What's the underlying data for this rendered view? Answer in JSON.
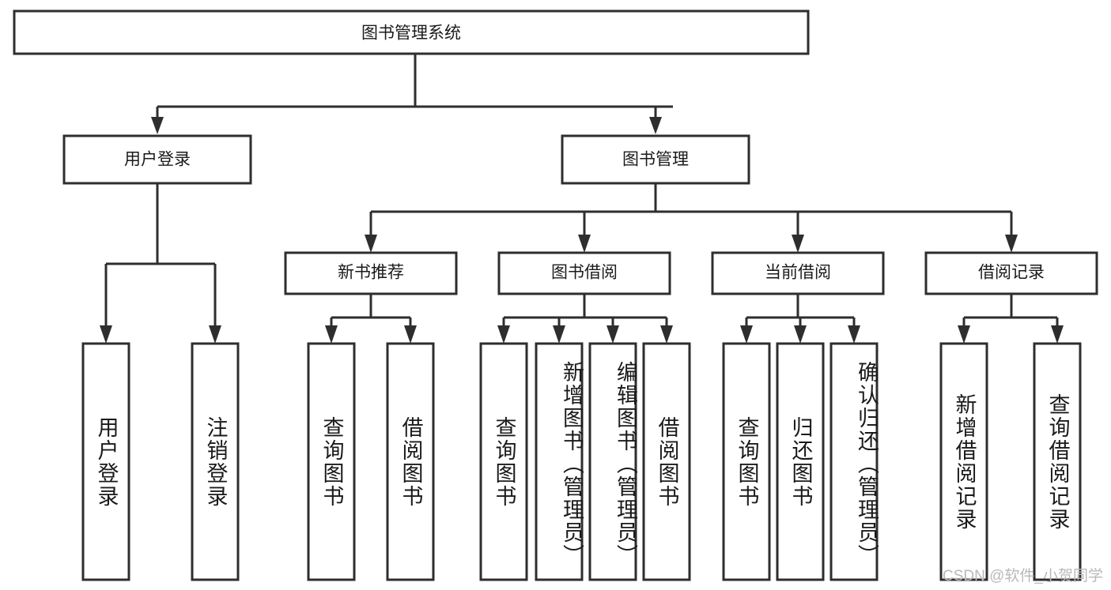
{
  "diagram": {
    "type": "tree-hierarchy-chart",
    "title": "图书管理系统",
    "watermark": "CSDN @软件_小贺同学",
    "colors": {
      "stroke": "#2e2e2e",
      "fill": "#ffffff",
      "text": "#1a1a1a",
      "watermark": "#b9b9b9",
      "background": "#ffffff"
    },
    "root": {
      "label": "图书管理系统"
    },
    "level2": [
      {
        "label": "用户登录"
      },
      {
        "label": "图书管理"
      }
    ],
    "level3": [
      {
        "label": "新书推荐"
      },
      {
        "label": "图书借阅"
      },
      {
        "label": "当前借阅"
      },
      {
        "label": "借阅记录"
      }
    ],
    "leaves": {
      "user_login": [
        {
          "label": "用户登录"
        },
        {
          "label": "注销登录"
        }
      ],
      "new_book_recommend": [
        {
          "label": "查询图书"
        },
        {
          "label": "借阅图书"
        }
      ],
      "book_borrow": [
        {
          "label": "查询图书"
        },
        {
          "label": "新增图书（管理员）"
        },
        {
          "label": "编辑图书（管理员）"
        },
        {
          "label": "借阅图书"
        }
      ],
      "current_borrow": [
        {
          "label": "查询图书"
        },
        {
          "label": "归还图书"
        },
        {
          "label": "确认归还（管理员）"
        }
      ],
      "borrow_record": [
        {
          "label": "新增借阅记录"
        },
        {
          "label": "查询借阅记录"
        }
      ]
    }
  }
}
